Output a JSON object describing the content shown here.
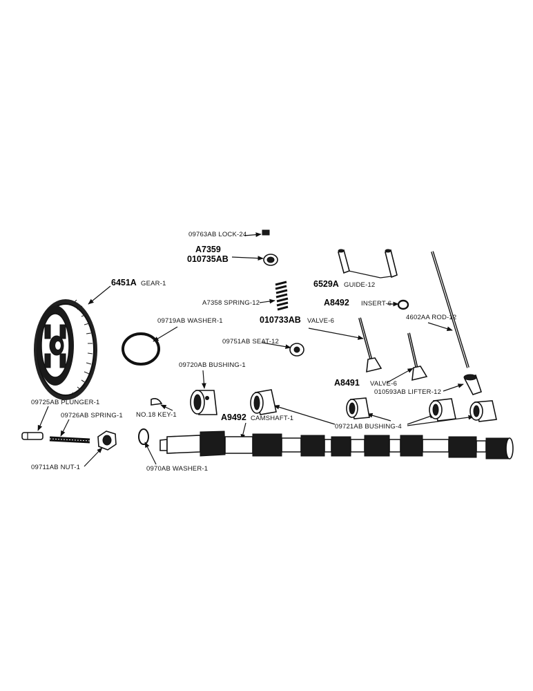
{
  "colors": {
    "ink": "#111111",
    "paper": "#ffffff"
  },
  "parts": {
    "lock": {
      "label": "09763AB LOCK-24"
    },
    "retainer": {
      "num1": "A7359",
      "num2": "010735AB"
    },
    "gear": {
      "num": "6451A",
      "label": "GEAR-1"
    },
    "guide": {
      "num": "6529A",
      "label": "GUIDE-12"
    },
    "spring12": {
      "label": "A7358 SPRING-12"
    },
    "insert": {
      "num": "A8492",
      "label": "INSERT-6"
    },
    "washer1": {
      "label": "09719AB WASHER-1"
    },
    "valve_ex": {
      "num": "010733AB",
      "label": "VALVE-6"
    },
    "rod": {
      "label": "4602AA ROD-12"
    },
    "seat": {
      "label": "09751AB SEAT-12"
    },
    "bushing1": {
      "label": "09720AB BUSHING-1"
    },
    "valve_in": {
      "num": "A8491",
      "label": "VALVE-6"
    },
    "lifter": {
      "label": "010593AB LIFTER-12"
    },
    "plunger": {
      "label": "09725AB PLUNGER-1"
    },
    "key": {
      "label": "NO.18 KEY-1"
    },
    "camshaft": {
      "num": "A9492",
      "label": "CAMSHAFT-1"
    },
    "spring1": {
      "label": "09726AB SPRING-1"
    },
    "bushing4": {
      "label": "09721AB BUSHING-4"
    },
    "nut": {
      "label": "09711AB NUT-1"
    },
    "washer2": {
      "label": "0970AB WASHER-1"
    }
  }
}
